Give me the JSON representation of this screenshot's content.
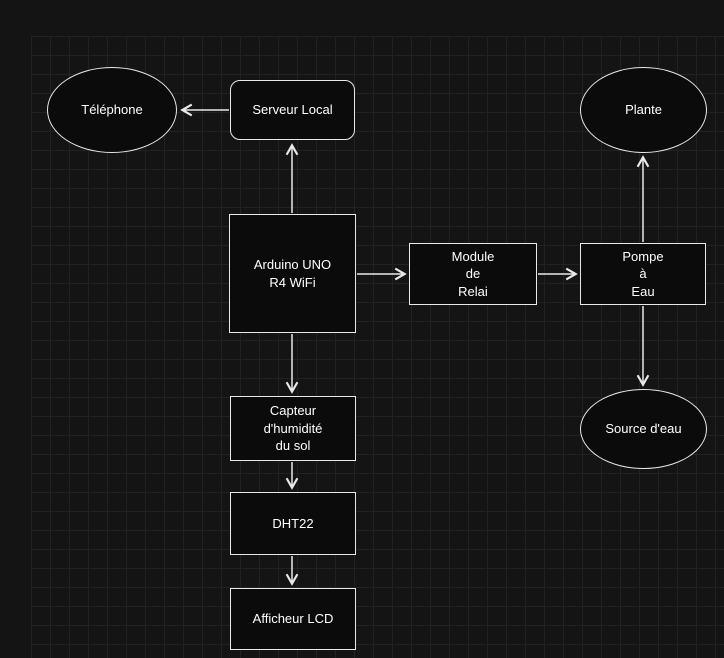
{
  "diagram": {
    "title": "Arduino plant watering system flowchart",
    "colors": {
      "background": "#141414",
      "grid": "#222222",
      "node_fill": "#0b0b0b",
      "stroke": "#e9e9e9",
      "text": "#ffffff"
    },
    "nodes": [
      {
        "id": "telephone",
        "shape": "ellipse",
        "label": "Téléphone"
      },
      {
        "id": "serveur-local",
        "shape": "rounded-rect",
        "label": "Serveur Local"
      },
      {
        "id": "arduino-uno",
        "shape": "rect",
        "label": "Arduino UNO\nR4 WiFi"
      },
      {
        "id": "module-relai",
        "shape": "rect",
        "label": "Module\nde\nRelai"
      },
      {
        "id": "pompe-a-eau",
        "shape": "rect",
        "label": "Pompe\nà\nEau"
      },
      {
        "id": "plante",
        "shape": "ellipse",
        "label": "Plante"
      },
      {
        "id": "source-eau",
        "shape": "ellipse",
        "label": "Source d'eau"
      },
      {
        "id": "capteur-humidite",
        "shape": "rect",
        "label": "Capteur\nd'humidité\ndu sol"
      },
      {
        "id": "dht22",
        "shape": "rect",
        "label": "DHT22"
      },
      {
        "id": "afficheur-lcd",
        "shape": "rect",
        "label": "Afficheur LCD"
      }
    ],
    "edges": [
      {
        "from": "serveur-local",
        "to": "telephone"
      },
      {
        "from": "arduino-uno",
        "to": "serveur-local"
      },
      {
        "from": "arduino-uno",
        "to": "module-relai"
      },
      {
        "from": "module-relai",
        "to": "pompe-a-eau"
      },
      {
        "from": "pompe-a-eau",
        "to": "plante"
      },
      {
        "from": "pompe-a-eau",
        "to": "source-eau"
      },
      {
        "from": "arduino-uno",
        "to": "capteur-humidite"
      },
      {
        "from": "capteur-humidite",
        "to": "dht22"
      },
      {
        "from": "dht22",
        "to": "afficheur-lcd"
      }
    ]
  }
}
